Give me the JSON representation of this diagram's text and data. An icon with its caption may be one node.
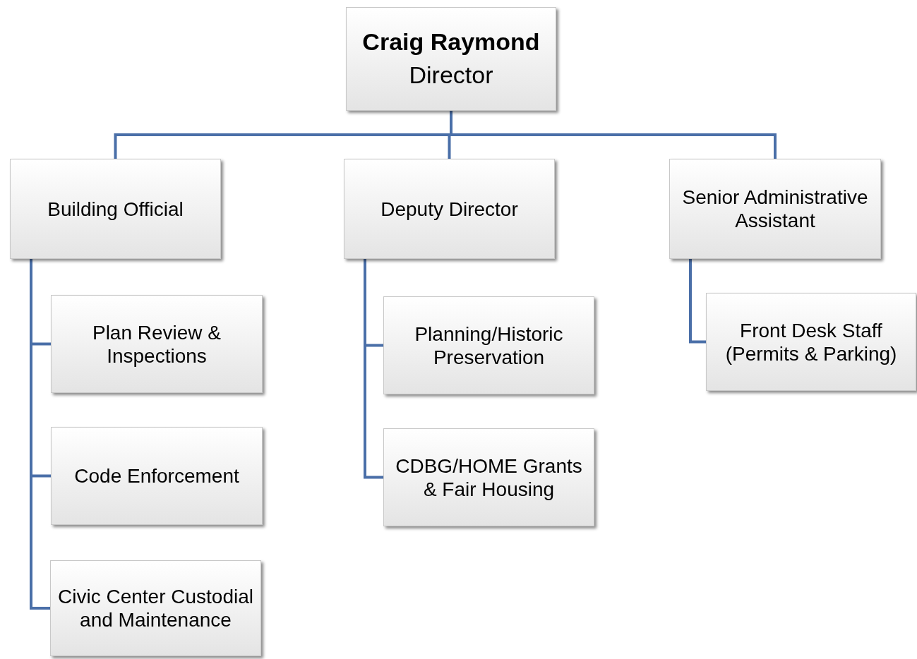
{
  "diagram": {
    "nodes": [
      {
        "text": [
          "Craig Raymond",
          "Director"
        ]
      },
      {
        "text": [
          "Building Official"
        ]
      },
      {
        "text": [
          "Deputy Director"
        ]
      },
      {
        "text": [
          "Senior Administrative Assistant"
        ]
      },
      {
        "text": [
          "Plan Review & Inspections"
        ]
      },
      {
        "text": [
          "Code Enforcement"
        ]
      },
      {
        "text": [
          "Civic Center Custodial and Maintenance"
        ]
      },
      {
        "text": [
          "Planning/Historic Preservation"
        ]
      },
      {
        "text": [
          "CDBG/HOME Grants & Fair Housing"
        ]
      },
      {
        "text": [
          "Front Desk Staff (Permits & Parking)"
        ]
      }
    ],
    "edges": [
      {
        "from": 0,
        "to": 1,
        "arrow": "none"
      },
      {
        "from": 0,
        "to": 2,
        "arrow": "none"
      },
      {
        "from": 0,
        "to": 3,
        "arrow": "none"
      },
      {
        "from": 1,
        "to": 4,
        "arrow": "none"
      },
      {
        "from": 1,
        "to": 5,
        "arrow": "none"
      },
      {
        "from": 1,
        "to": 6,
        "arrow": "none"
      },
      {
        "from": 2,
        "to": 7,
        "arrow": "none"
      },
      {
        "from": 2,
        "to": 8,
        "arrow": "none"
      },
      {
        "from": 3,
        "to": 9,
        "arrow": "none"
      }
    ]
  }
}
